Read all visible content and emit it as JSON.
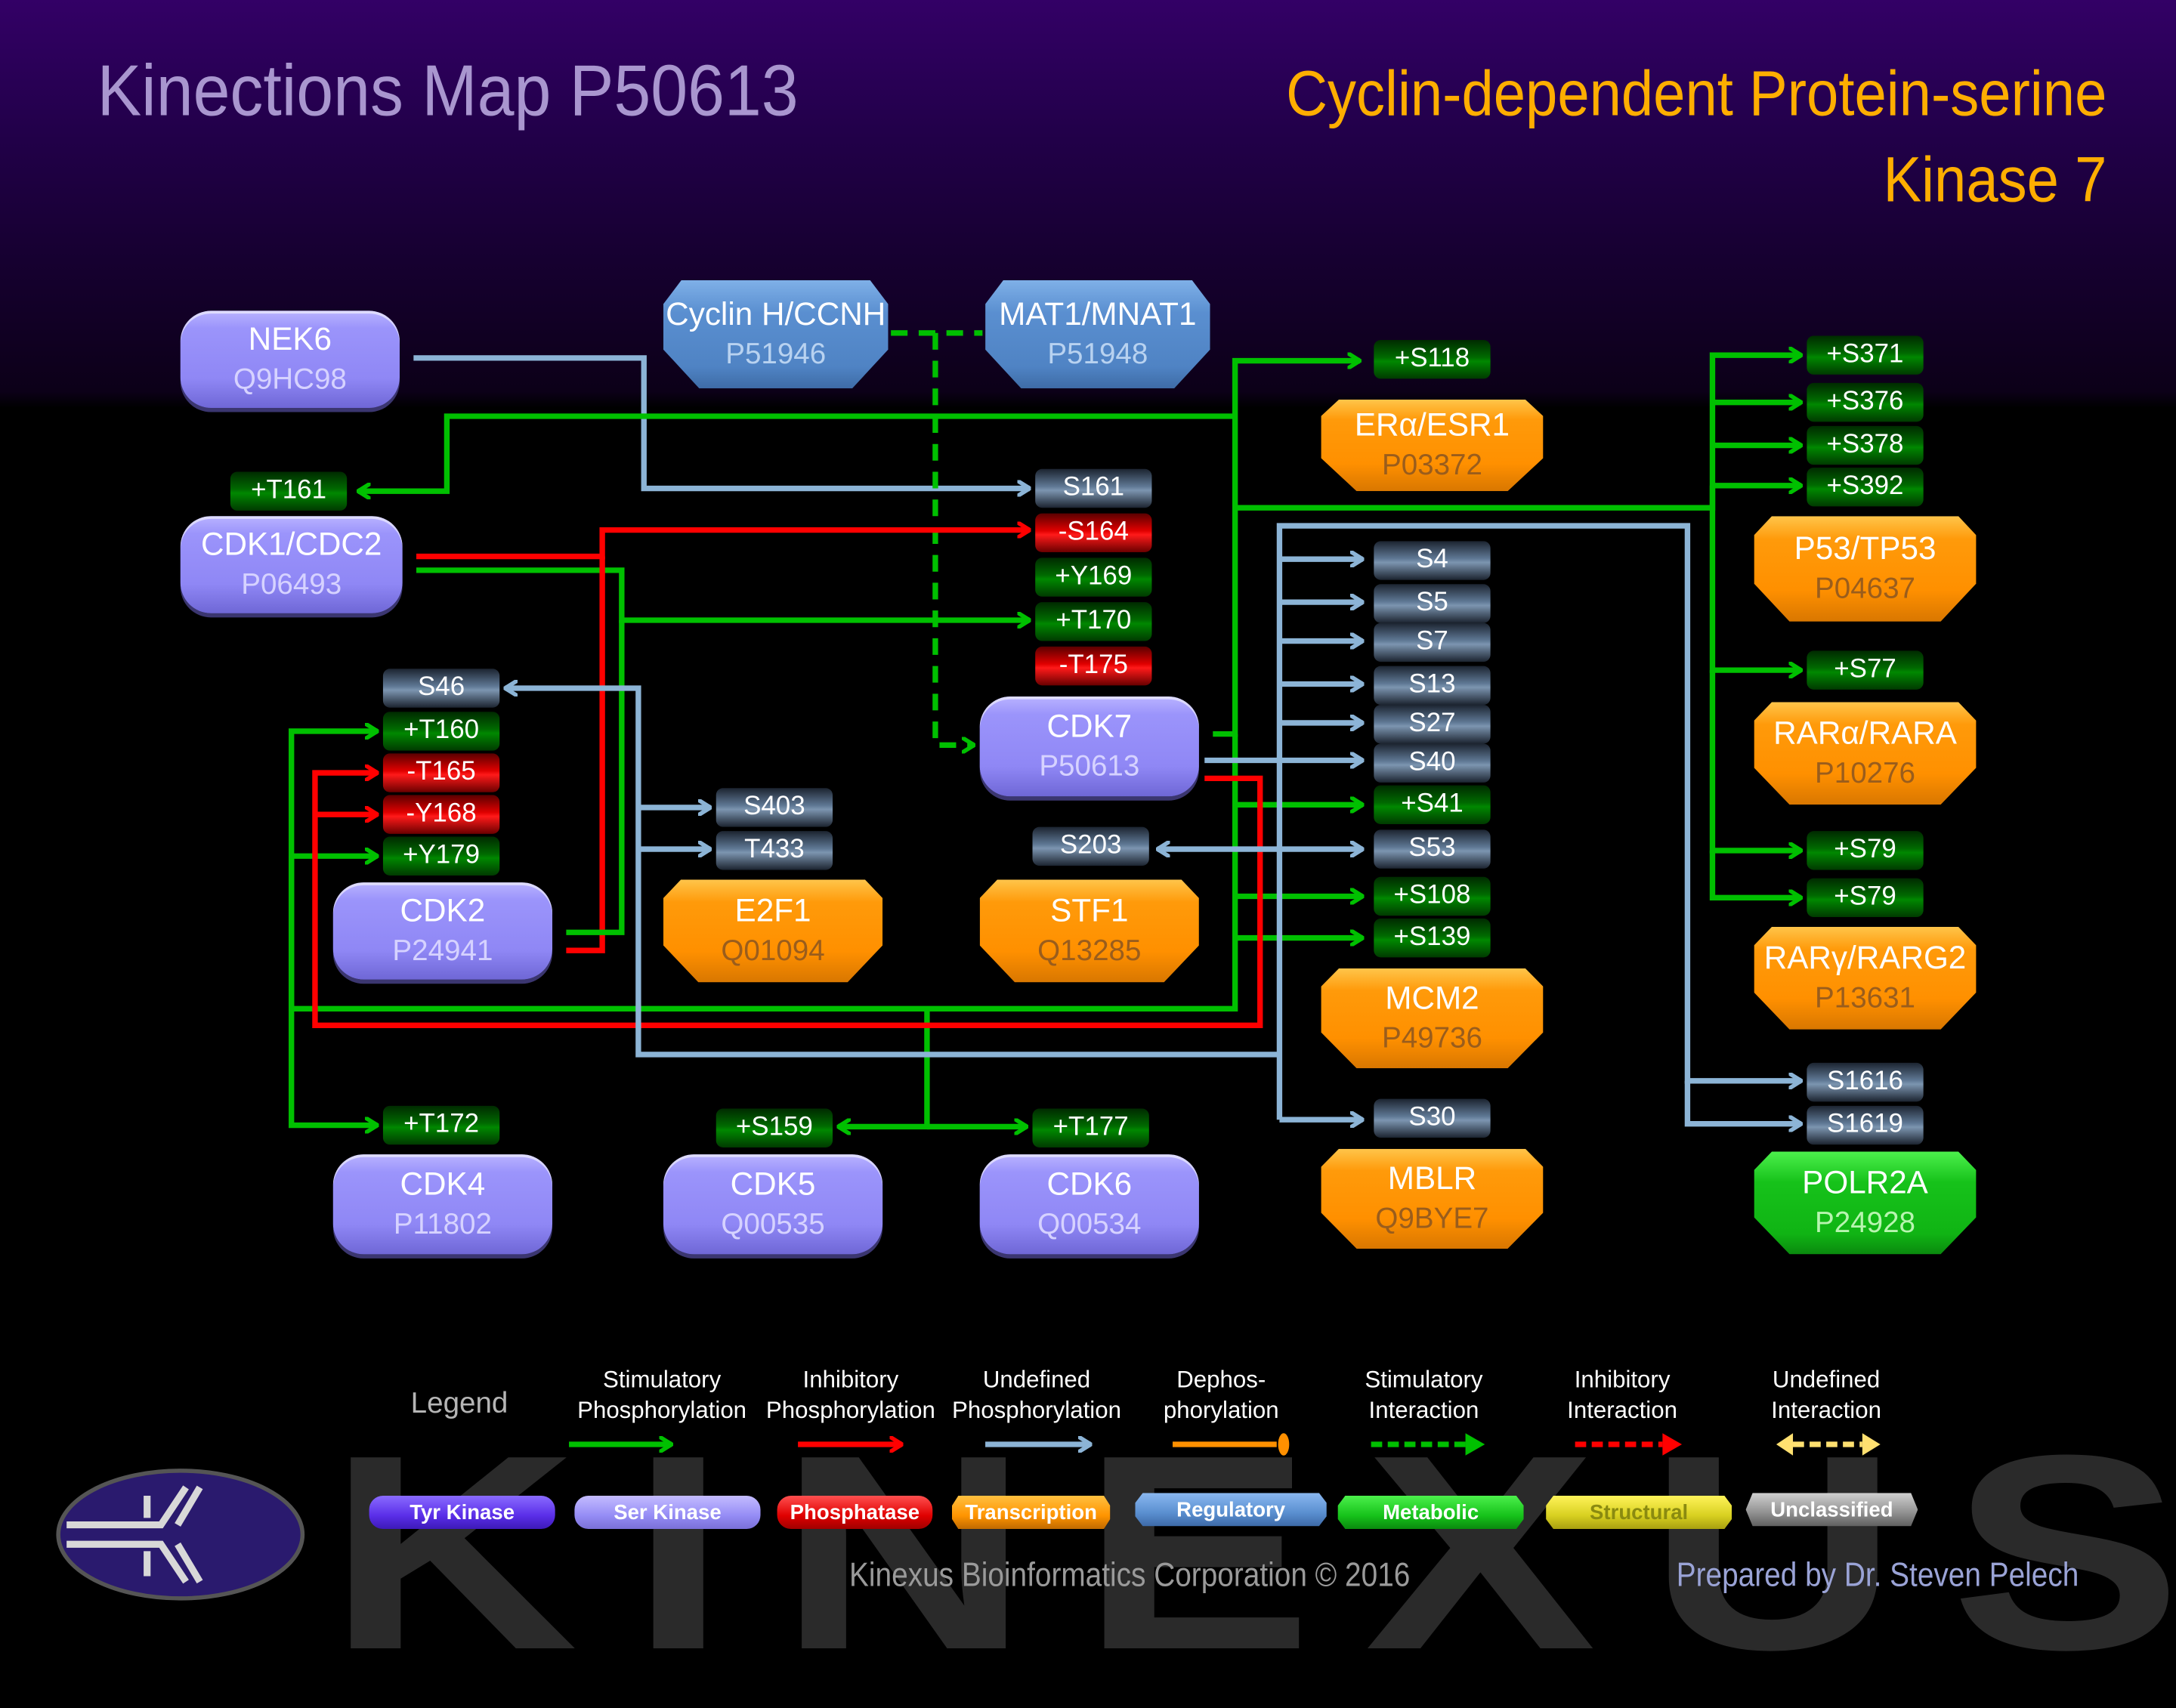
{
  "header": {
    "title": "Kinections Map P50613",
    "subtitle_line1": "Cyclin-dependent Protein-serine",
    "subtitle_line2": "Kinase 7"
  },
  "colors": {
    "stimulatory": "#00c000",
    "inhibitory": "#ff0000",
    "undefined": "#8cb4d6",
    "dephosphorylation": "#ff9000",
    "undefined_interaction": "#ffe070"
  },
  "nodes": {
    "nek6": {
      "name": "NEK6",
      "accession": "Q9HC98",
      "type": "Ser Kinase"
    },
    "ccnh": {
      "name": "Cyclin H/CCNH",
      "accession": "P51946",
      "type": "Regulatory"
    },
    "mnat1": {
      "name": "MAT1/MNAT1",
      "accession": "P51948",
      "type": "Regulatory"
    },
    "cdk1": {
      "name": "CDK1/CDC2",
      "accession": "P06493",
      "type": "Ser Kinase"
    },
    "cdk7": {
      "name": "CDK7",
      "accession": "P50613",
      "type": "Ser Kinase"
    },
    "cdk2": {
      "name": "CDK2",
      "accession": "P24941",
      "type": "Ser Kinase"
    },
    "e2f1": {
      "name": "E2F1",
      "accession": "Q01094",
      "type": "Transcription"
    },
    "stf1": {
      "name": "STF1",
      "accession": "Q13285",
      "type": "Transcription"
    },
    "esr1": {
      "name": "ERα/ESR1",
      "accession": "P03372",
      "type": "Transcription"
    },
    "mcm2": {
      "name": "MCM2",
      "accession": "P49736",
      "type": "Transcription"
    },
    "mblr": {
      "name": "MBLR",
      "accession": "Q9BYE7",
      "type": "Transcription"
    },
    "tp53": {
      "name": "P53/TP53",
      "accession": "P04637",
      "type": "Transcription"
    },
    "rara": {
      "name": "RARα/RARA",
      "accession": "P10276",
      "type": "Transcription"
    },
    "rarg": {
      "name": "RARγ/RARG2",
      "accession": "P13631",
      "type": "Transcription"
    },
    "polr2a": {
      "name": "POLR2A",
      "accession": "P24928",
      "type": "Metabolic"
    },
    "cdk4": {
      "name": "CDK4",
      "accession": "P11802",
      "type": "Ser Kinase"
    },
    "cdk5": {
      "name": "CDK5",
      "accession": "Q00535",
      "type": "Ser Kinase"
    },
    "cdk6": {
      "name": "CDK6",
      "accession": "Q00534",
      "type": "Ser Kinase"
    }
  },
  "sites": {
    "cdk1": [
      {
        "label": "+T161",
        "effect": "stimulatory"
      }
    ],
    "cdk7": [
      {
        "label": "S161",
        "effect": "undefined"
      },
      {
        "label": "-S164",
        "effect": "inhibitory"
      },
      {
        "label": "+Y169",
        "effect": "stimulatory"
      },
      {
        "label": "+T170",
        "effect": "stimulatory"
      },
      {
        "label": "-T175",
        "effect": "inhibitory"
      }
    ],
    "cdk2": [
      {
        "label": "S46",
        "effect": "undefined"
      },
      {
        "label": "+T160",
        "effect": "stimulatory"
      },
      {
        "label": "-T165",
        "effect": "inhibitory"
      },
      {
        "label": "-Y168",
        "effect": "inhibitory"
      },
      {
        "label": "+Y179",
        "effect": "stimulatory"
      }
    ],
    "e2f1": [
      {
        "label": "S403",
        "effect": "undefined"
      },
      {
        "label": "T433",
        "effect": "undefined"
      }
    ],
    "stf1": [
      {
        "label": "S203",
        "effect": "undefined"
      }
    ],
    "esr1": [
      {
        "label": "+S118",
        "effect": "stimulatory"
      }
    ],
    "mcm2": [
      {
        "label": "S4",
        "effect": "undefined"
      },
      {
        "label": "S5",
        "effect": "undefined"
      },
      {
        "label": "S7",
        "effect": "undefined"
      },
      {
        "label": "S13",
        "effect": "undefined"
      },
      {
        "label": "S27",
        "effect": "undefined"
      },
      {
        "label": "S40",
        "effect": "undefined"
      },
      {
        "label": "+S41",
        "effect": "stimulatory"
      },
      {
        "label": "S53",
        "effect": "undefined"
      },
      {
        "label": "+S108",
        "effect": "stimulatory"
      },
      {
        "label": "+S139",
        "effect": "stimulatory"
      }
    ],
    "mblr": [
      {
        "label": "S30",
        "effect": "undefined"
      }
    ],
    "tp53": [
      {
        "label": "+S371",
        "effect": "stimulatory"
      },
      {
        "label": "+S376",
        "effect": "stimulatory"
      },
      {
        "label": "+S378",
        "effect": "stimulatory"
      },
      {
        "label": "+S392",
        "effect": "stimulatory"
      }
    ],
    "rara": [
      {
        "label": "+S77",
        "effect": "stimulatory"
      }
    ],
    "rarg": [
      {
        "label": "+S79",
        "effect": "stimulatory"
      },
      {
        "label": "+S79",
        "effect": "stimulatory"
      }
    ],
    "polr2a": [
      {
        "label": "S1616",
        "effect": "undefined"
      },
      {
        "label": "S1619",
        "effect": "undefined"
      }
    ],
    "cdk4": [
      {
        "label": "+T172",
        "effect": "stimulatory"
      }
    ],
    "cdk5": [
      {
        "label": "+S159",
        "effect": "stimulatory"
      }
    ],
    "cdk6": [
      {
        "label": "+T177",
        "effect": "stimulatory"
      }
    ]
  },
  "legend": {
    "title": "Legend",
    "edges": [
      {
        "line1": "Stimulatory",
        "line2": "Phosphorylation",
        "style": "stim-phos"
      },
      {
        "line1": "Inhibitory",
        "line2": "Phosphorylation",
        "style": "inh-phos"
      },
      {
        "line1": "Undefined",
        "line2": "Phosphorylation",
        "style": "und-phos"
      },
      {
        "line1": "Dephos-",
        "line2": "phorylation",
        "style": "dephos"
      },
      {
        "line1": "Stimulatory",
        "line2": "Interaction",
        "style": "stim-int"
      },
      {
        "line1": "Inhibitory",
        "line2": "Interaction",
        "style": "inh-int"
      },
      {
        "line1": "Undefined",
        "line2": "Interaction",
        "style": "und-int"
      }
    ],
    "types": [
      "Tyr Kinase",
      "Ser Kinase",
      "Phosphatase",
      "Transcription",
      "Regulatory",
      "Metabolic",
      "Structural",
      "Unclassified"
    ]
  },
  "footer": {
    "watermark": "KINEXUS",
    "copyright": "Kinexus Bioinformatics Corporation © 2016",
    "prepared_by": "Prepared by Dr. Steven Pelech"
  }
}
